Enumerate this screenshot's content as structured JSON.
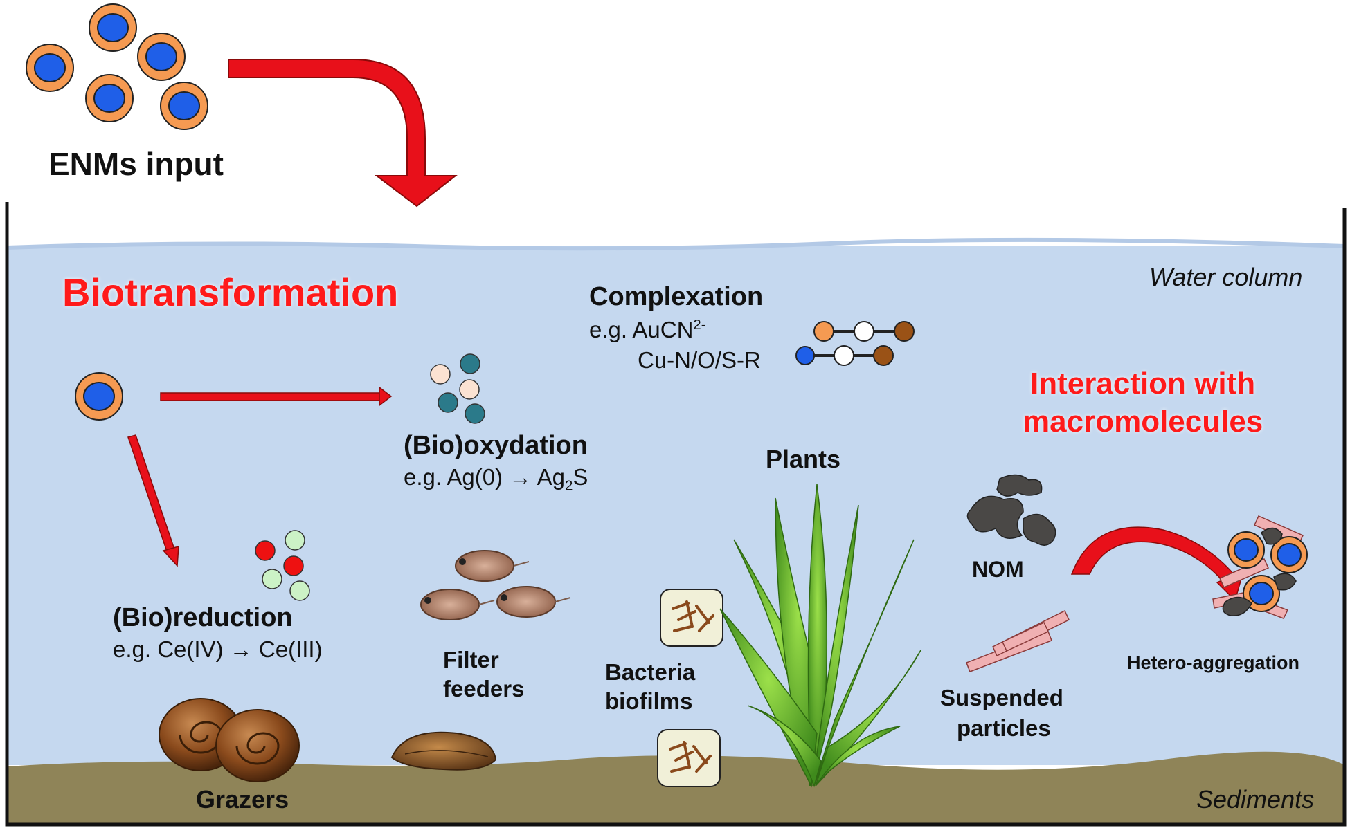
{
  "input": {
    "label": "ENMs input"
  },
  "zones": {
    "water": "Water column",
    "sediments": "Sediments"
  },
  "biotransformation": {
    "title": "Biotransformation",
    "oxidation": {
      "title": "(Bio)oxydation",
      "example_prefix": "e.g. Ag(0) → Ag",
      "sub": "2",
      "example_suffix": "S"
    },
    "reduction": {
      "title": "(Bio)reduction",
      "example": "e.g. Ce(IV) → Ce(III)"
    }
  },
  "complexation": {
    "title": "Complexation",
    "example1_prefix": "e.g. AuCN",
    "example1_sup": "2-",
    "example2": "Cu-N/O/S-R"
  },
  "macromolecules": {
    "title_line1": "Interaction with",
    "title_line2": "macromolecules",
    "nom": "NOM",
    "suspended_line1": "Suspended",
    "suspended_line2": "particles",
    "hetero": "Hetero-aggregation"
  },
  "organisms": {
    "plants": "Plants",
    "bacteria_line1": "Bacteria",
    "bacteria_line2": "biofilms",
    "filter_line1": "Filter",
    "filter_line2": "feeders",
    "grazers": "Grazers"
  },
  "colors": {
    "water": "#c5d8ef",
    "sediment": "#8f8458",
    "particle_core": "#1f5fe8",
    "particle_shell": "#f59a52",
    "arrow": "#e8101a",
    "teal": "#2b7a8a",
    "red_dot": "#ee1111",
    "green_dot": "#ccf2c6"
  }
}
